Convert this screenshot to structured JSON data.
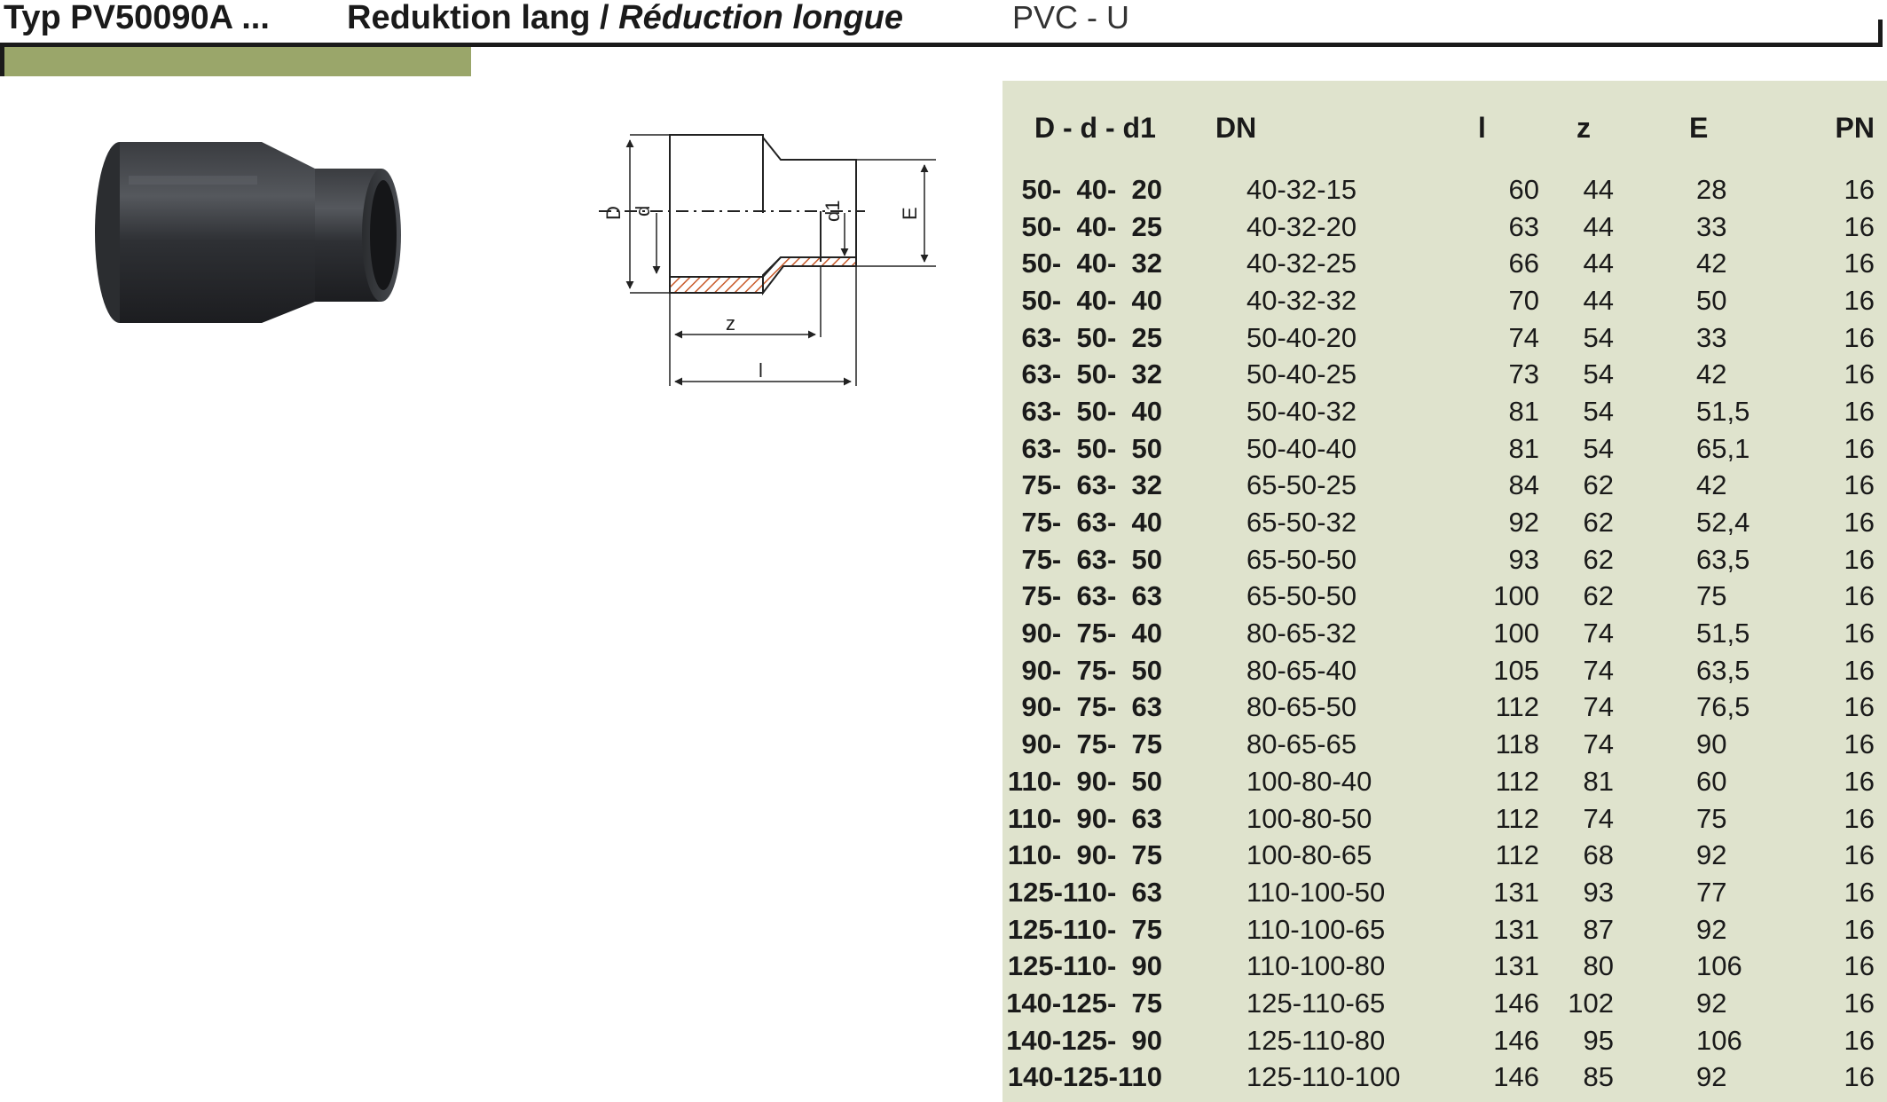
{
  "header": {
    "type_label": "Typ PV50090A ...",
    "title_de": "Reduktion lang / ",
    "title_fr": "Réduction longue",
    "material": "PVC - U"
  },
  "colors": {
    "accent_bar": "#9aa66a",
    "table_bg": "#dfe3cd",
    "rule": "#1a1a1a"
  },
  "drawing": {
    "labels": {
      "D": "D",
      "d": "d",
      "d1": "d1",
      "E": "E",
      "z": "z",
      "l": "l"
    }
  },
  "table": {
    "headers": [
      "D - d - d1",
      "DN",
      "l",
      "z",
      "E",
      "PN"
    ],
    "rows": [
      {
        "dd": "50-  40-  20",
        "dn": "40-32-15",
        "l": "60",
        "z": "44",
        "e": "28",
        "pn": "16"
      },
      {
        "dd": "50-  40-  25",
        "dn": "40-32-20",
        "l": "63",
        "z": "44",
        "e": "33",
        "pn": "16"
      },
      {
        "dd": "50-  40-  32",
        "dn": "40-32-25",
        "l": "66",
        "z": "44",
        "e": "42",
        "pn": "16"
      },
      {
        "dd": "50-  40-  40",
        "dn": "40-32-32",
        "l": "70",
        "z": "44",
        "e": "50",
        "pn": "16"
      },
      {
        "dd": "63-  50-  25",
        "dn": "50-40-20",
        "l": "74",
        "z": "54",
        "e": "33",
        "pn": "16"
      },
      {
        "dd": "63-  50-  32",
        "dn": "50-40-25",
        "l": "73",
        "z": "54",
        "e": "42",
        "pn": "16"
      },
      {
        "dd": "63-  50-  40",
        "dn": "50-40-32",
        "l": "81",
        "z": "54",
        "e": "51,5",
        "pn": "16"
      },
      {
        "dd": "63-  50-  50",
        "dn": "50-40-40",
        "l": "81",
        "z": "54",
        "e": "65,1",
        "pn": "16"
      },
      {
        "dd": "75-  63-  32",
        "dn": "65-50-25",
        "l": "84",
        "z": "62",
        "e": "42",
        "pn": "16"
      },
      {
        "dd": "75-  63-  40",
        "dn": "65-50-32",
        "l": "92",
        "z": "62",
        "e": "52,4",
        "pn": "16"
      },
      {
        "dd": "75-  63-  50",
        "dn": "65-50-50",
        "l": "93",
        "z": "62",
        "e": "63,5",
        "pn": "16"
      },
      {
        "dd": "75-  63-  63",
        "dn": "65-50-50",
        "l": "100",
        "z": "62",
        "e": "75",
        "pn": "16"
      },
      {
        "dd": "90-  75-  40",
        "dn": "80-65-32",
        "l": "100",
        "z": "74",
        "e": "51,5",
        "pn": "16"
      },
      {
        "dd": "90-  75-  50",
        "dn": "80-65-40",
        "l": "105",
        "z": "74",
        "e": "63,5",
        "pn": "16"
      },
      {
        "dd": "90-  75-  63",
        "dn": "80-65-50",
        "l": "112",
        "z": "74",
        "e": "76,5",
        "pn": "16"
      },
      {
        "dd": "90-  75-  75",
        "dn": "80-65-65",
        "l": "118",
        "z": "74",
        "e": "90",
        "pn": "16"
      },
      {
        "dd": "110-  90-  50",
        "dn": "100-80-40",
        "l": "112",
        "z": "81",
        "e": "60",
        "pn": "16"
      },
      {
        "dd": "110-  90-  63",
        "dn": "100-80-50",
        "l": "112",
        "z": "74",
        "e": "75",
        "pn": "16"
      },
      {
        "dd": "110-  90-  75",
        "dn": "100-80-65",
        "l": "112",
        "z": "68",
        "e": "92",
        "pn": "16"
      },
      {
        "dd": "125-110-  63",
        "dn": "110-100-50",
        "l": "131",
        "z": "93",
        "e": "77",
        "pn": "16"
      },
      {
        "dd": "125-110-  75",
        "dn": "110-100-65",
        "l": "131",
        "z": "87",
        "e": "92",
        "pn": "16"
      },
      {
        "dd": "125-110-  90",
        "dn": "110-100-80",
        "l": "131",
        "z": "80",
        "e": "106",
        "pn": "16"
      },
      {
        "dd": "140-125-  75",
        "dn": "125-110-65",
        "l": "146",
        "z": "102",
        "e": "92",
        "pn": "16"
      },
      {
        "dd": "140-125-  90",
        "dn": "125-110-80",
        "l": "146",
        "z": "95",
        "e": "106",
        "pn": "16"
      },
      {
        "dd": "140-125-110",
        "dn": "125-110-100",
        "l": "146",
        "z": "85",
        "e": "92",
        "pn": "16"
      }
    ]
  }
}
